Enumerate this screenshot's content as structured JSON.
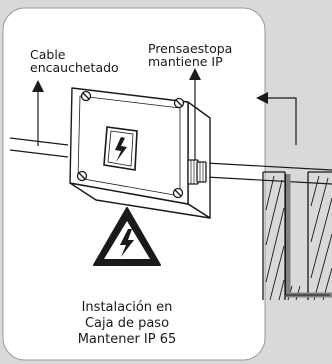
{
  "labels": {
    "cable_line1": "Cable",
    "cable_line2": "encauchetado",
    "gland_line1": "Prensaestopa",
    "gland_line2": "mantiene IP"
  },
  "caption": {
    "line1": "Instalación en",
    "line2": "Caja de paso",
    "line3": "Mantener IP 65"
  },
  "icons": [
    "electrical-hazard-icon",
    "warning-triangle-icon",
    "arrow-up-icon",
    "arrow-left-icon"
  ],
  "colors": {
    "page_background": "#d9d9d9",
    "panel_background": "#ffffff",
    "line_color": "#1a1a1a",
    "rod_color": "#808080"
  }
}
